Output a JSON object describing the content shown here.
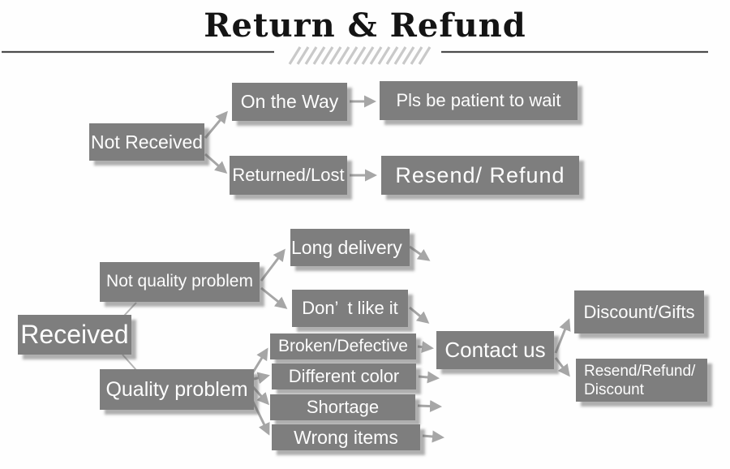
{
  "title": "Return & Refund",
  "colors": {
    "box_fill": "#7e7e7e",
    "box_text": "#fdfdfd",
    "arrow": "#a6a6a6",
    "connector_line": "#b5b5b5",
    "rule": "#4d4d4d",
    "hatch": "#c9c9c9",
    "title_text": "#141414"
  },
  "nodes": {
    "not_received": {
      "label": "Not Received"
    },
    "on_the_way": {
      "label": "On the Way"
    },
    "pls_be_patient": {
      "label": "Pls be patient to wait"
    },
    "returned_lost": {
      "label": "Returned/Lost"
    },
    "resend_refund": {
      "label": "Resend/ Refund"
    },
    "received": {
      "label": "Received"
    },
    "not_quality_problem": {
      "label": "Not quality problem"
    },
    "long_delivery": {
      "label": "Long delivery"
    },
    "dont_like_it": {
      "label": "Don’ t like it"
    },
    "quality_problem": {
      "label": "Quality problem"
    },
    "broken_defective": {
      "label": "Broken/Defective"
    },
    "different_color": {
      "label": "Different color"
    },
    "shortage": {
      "label": "Shortage"
    },
    "wrong_items": {
      "label": "Wrong items"
    },
    "contact_us": {
      "label": "Contact us"
    },
    "discount_gifts": {
      "label": "Discount/Gifts"
    },
    "resend_refund_discount": {
      "line1": "Resend/Refund/",
      "line2": "Discount"
    }
  },
  "edges": [
    {
      "from": "not_received",
      "to": "on_the_way"
    },
    {
      "from": "not_received",
      "to": "returned_lost"
    },
    {
      "from": "on_the_way",
      "to": "pls_be_patient"
    },
    {
      "from": "returned_lost",
      "to": "resend_refund"
    },
    {
      "from": "received",
      "to": "not_quality_problem"
    },
    {
      "from": "received",
      "to": "quality_problem"
    },
    {
      "from": "not_quality_problem",
      "to": "long_delivery"
    },
    {
      "from": "not_quality_problem",
      "to": "dont_like_it"
    },
    {
      "from": "long_delivery",
      "to": "contact_us"
    },
    {
      "from": "dont_like_it",
      "to": "contact_us"
    },
    {
      "from": "quality_problem",
      "to": "broken_defective"
    },
    {
      "from": "quality_problem",
      "to": "different_color"
    },
    {
      "from": "quality_problem",
      "to": "shortage"
    },
    {
      "from": "quality_problem",
      "to": "wrong_items"
    },
    {
      "from": "broken_defective",
      "to": "contact_us"
    },
    {
      "from": "different_color",
      "to": "contact_us"
    },
    {
      "from": "shortage",
      "to": "contact_us"
    },
    {
      "from": "wrong_items",
      "to": "contact_us"
    },
    {
      "from": "contact_us",
      "to": "discount_gifts"
    },
    {
      "from": "contact_us",
      "to": "resend_refund_discount"
    }
  ]
}
